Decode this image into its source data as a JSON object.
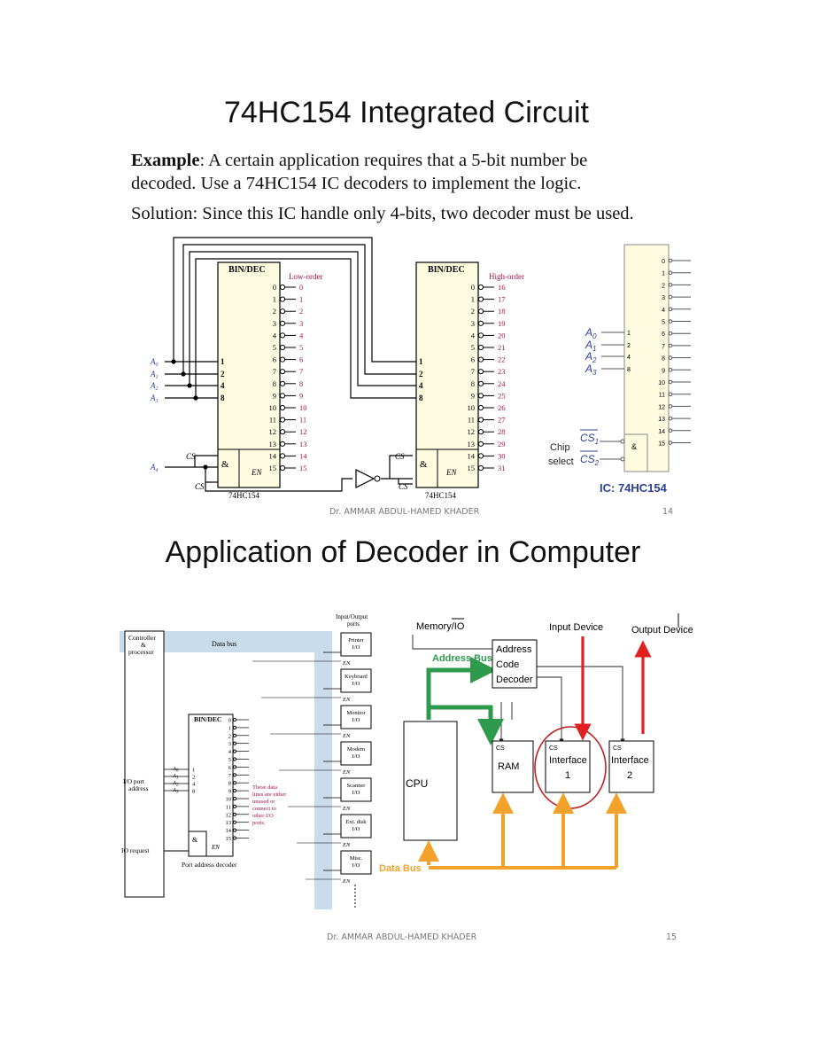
{
  "slide14": {
    "title": "74HC154 Integrated Circuit",
    "example_label": "Example",
    "example_text": ": A certain application requires that a 5-bit number be",
    "example_text2": "decoded. Use a 74HC154 IC decoders to implement the logic.",
    "solution_text": "Solution:  Since this IC handle only 4-bits, two decoder must be used.",
    "footer_author": "Dr. AMMAR ABDUL-HAMED KHADER",
    "page_number": "14",
    "left_decoder": {
      "block_label": "BIN/DEC",
      "order_label": "Low-order",
      "outputs": [
        "0",
        "1",
        "2",
        "3",
        "4",
        "5",
        "6",
        "7",
        "8",
        "9",
        "10",
        "11",
        "12",
        "13",
        "14",
        "15"
      ],
      "inputs": [
        "1",
        "2",
        "4",
        "8"
      ],
      "enable_label": "EN",
      "and_label": "&",
      "cs1": "CS",
      "cs2": "CS",
      "part": "74HC154"
    },
    "right_decoder": {
      "block_label": "BIN/DEC",
      "order_label": "High-order",
      "outputs_pins": [
        "0",
        "1",
        "2",
        "3",
        "4",
        "5",
        "6",
        "7",
        "8",
        "9",
        "10",
        "11",
        "12",
        "13",
        "14",
        "15"
      ],
      "outputs": [
        "16",
        "17",
        "18",
        "19",
        "20",
        "21",
        "22",
        "23",
        "24",
        "25",
        "26",
        "27",
        "28",
        "29",
        "30",
        "31"
      ],
      "inputs": [
        "1",
        "2",
        "4",
        "8"
      ],
      "enable_label": "EN",
      "and_label": "&",
      "cs1": "CS",
      "cs2": "CS",
      "part": "74HC154"
    },
    "inputs": [
      "A",
      "A",
      "A",
      "A",
      "A"
    ],
    "input_subscripts": [
      "0",
      "1",
      "2",
      "3",
      "4"
    ],
    "ic_symbol": {
      "outputs": [
        "0",
        "1",
        "2",
        "3",
        "4",
        "5",
        "6",
        "7",
        "8",
        "9",
        "10",
        "11",
        "12",
        "13",
        "14",
        "15"
      ],
      "inputs": [
        "A",
        "A",
        "A",
        "A"
      ],
      "input_subscripts": [
        "0",
        "1",
        "2",
        "3"
      ],
      "weights": [
        "1",
        "2",
        "4",
        "8"
      ],
      "chip": "Chip",
      "select": "select",
      "cs1": "CS",
      "cs1_sub": "1",
      "cs2": "CS",
      "cs2_sub": "2",
      "and_label": "&",
      "caption": "IC: 74HC154"
    }
  },
  "slide15": {
    "title": "Application of Decoder in Computer",
    "footer_author": "Dr. AMMAR ABDUL-HAMED KHADER",
    "page_number": "15",
    "left_diagram": {
      "controller": "Controller",
      "amp": "&",
      "processor": "processor",
      "data_bus": "Data bus",
      "io_ports_1": "Input/Output",
      "io_ports_2": "ports",
      "bin_dec": "BIN/DEC",
      "io_port_1": "I/O port",
      "io_port_2": "address",
      "io_request": "IO request",
      "port_decoder": "Port address decoder",
      "note": [
        "These data",
        "lines are either",
        "unused or",
        "connect to",
        "other I/O",
        "ports."
      ],
      "en": "EN",
      "and_label": "&",
      "outputs": [
        "0",
        "1",
        "2",
        "3",
        "4",
        "5",
        "6",
        "7",
        "8",
        "9",
        "10",
        "11",
        "12",
        "13",
        "14",
        "15"
      ],
      "weights": [
        "1",
        "2",
        "4",
        "8"
      ],
      "addr_labels": [
        "A",
        "A",
        "A",
        "A"
      ],
      "addr_subs": [
        "0",
        "1",
        "2",
        "3"
      ],
      "ports": [
        {
          "name": "Printer",
          "io": "I/O"
        },
        {
          "name": "Keyboard",
          "io": "I/O"
        },
        {
          "name": "Monitor",
          "io": "I/O"
        },
        {
          "name": "Modem",
          "io": "I/O"
        },
        {
          "name": "Scanner",
          "io": "I/O"
        },
        {
          "name": "Ext. disk",
          "io": "I/O"
        },
        {
          "name": "Misc.",
          "io": "I/O"
        }
      ]
    },
    "right_diagram": {
      "memory_io": "Memory/",
      "io_bar": "IO",
      "input_device": "Input Device",
      "output_device": "Output Device",
      "address_bus": "Address Bus",
      "decoder_lines": [
        "Address",
        "Code",
        "Decoder"
      ],
      "cpu": "CPU",
      "cs": "CS",
      "ram": "RAM",
      "interface1": [
        "Interface",
        "1"
      ],
      "interface2": [
        "Interface",
        "2"
      ],
      "data_bus": "Data Bus"
    }
  },
  "colors": {
    "magenta": "#a0104a",
    "decoder_fill": "#fdfbe0",
    "blue": "#2a3f9a",
    "green": "#2e9a4e",
    "orange": "#f2a22a",
    "red": "#e02020",
    "panel_blue": "#c9dcec"
  }
}
